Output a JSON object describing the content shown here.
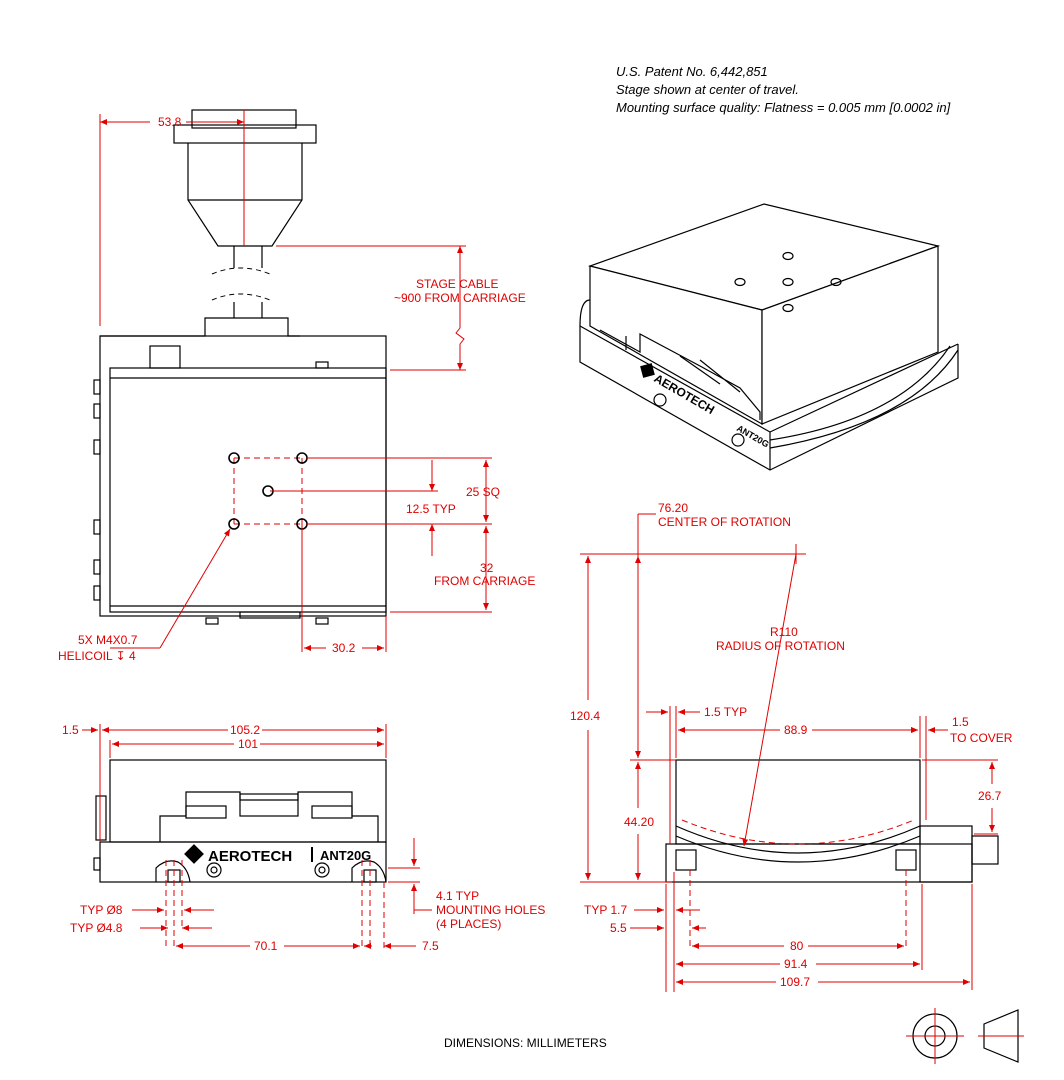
{
  "notes": {
    "patent": "U.S. Patent No. 6,442,851",
    "center": "Stage shown at center of travel.",
    "flatness": "Mounting surface quality: Flatness = 0.005 mm [0.0002 in]"
  },
  "brand": {
    "logo": "AEROTECH",
    "model": "ANT20G"
  },
  "top_view": {
    "d_53_8": "53.8",
    "cable_1": "STAGE CABLE",
    "cable_2": "~900 FROM CARRIAGE",
    "d_25sq": "25 SQ",
    "d_12_5": "12.5 TYP",
    "d_32": "32",
    "d_32b": "FROM CARRIAGE",
    "d_30_2": "30.2",
    "holes_1": "5X M4X0.7",
    "holes_2": "HELICOIL ↧ 4"
  },
  "front_view": {
    "d_1_5": "1.5",
    "d_105_2": "105.2",
    "d_101": "101",
    "d_8": "TYP Ø8",
    "d_4_8": "TYP Ø4.8",
    "d_70_1": "70.1",
    "d_7_5": "7.5",
    "d_4_1": "4.1 TYP",
    "mount_1": "MOUNTING HOLES",
    "mount_2": "(4 PLACES)"
  },
  "side_view": {
    "cor_1": "76.20",
    "cor_2": "CENTER OF ROTATION",
    "r_1": "R110",
    "r_2": "RADIUS OF ROTATION",
    "d_120_4": "120.4",
    "d_1_5typ": "1.5 TYP",
    "d_88_9": "88.9",
    "d_1_5c": "1.5",
    "d_cover": "TO COVER",
    "d_44_2": "44.20",
    "d_26_7": "26.7",
    "d_1_7": "TYP 1.7",
    "d_5_5": "5.5",
    "d_80": "80",
    "d_91_4": "91.4",
    "d_109_7": "109.7"
  },
  "footer": {
    "units": "DIMENSIONS:  MILLIMETERS"
  }
}
